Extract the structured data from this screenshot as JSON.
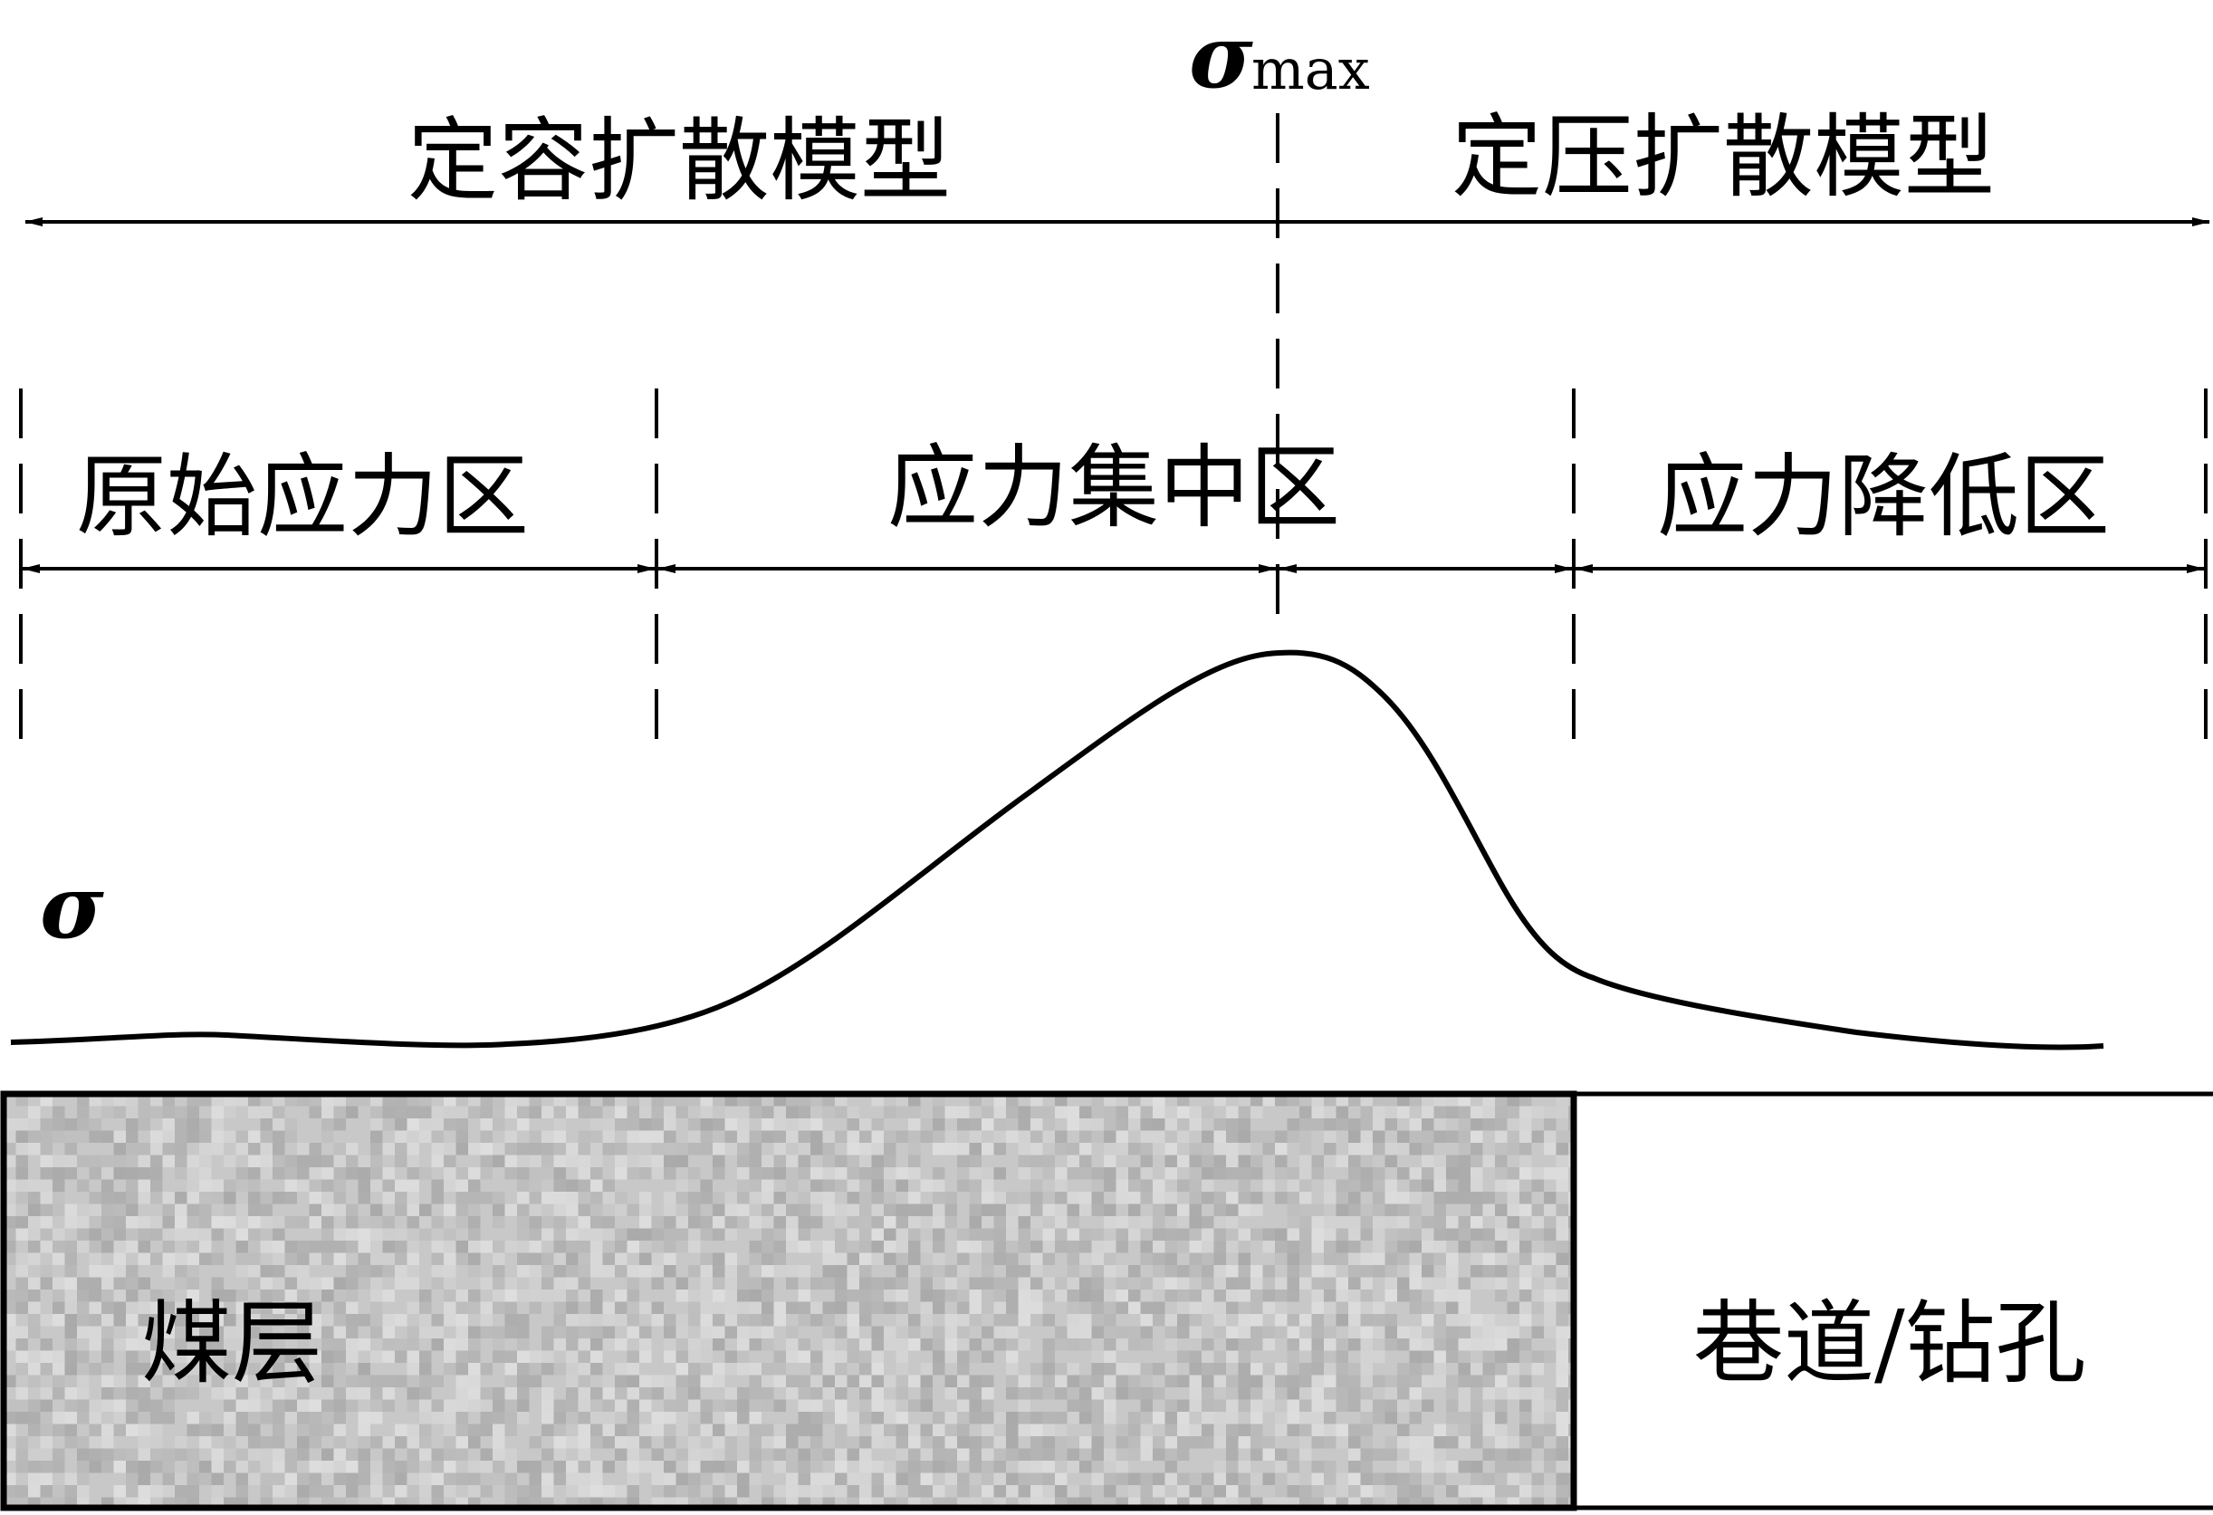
{
  "top": {
    "peak_label": "σ",
    "peak_subscript": "max",
    "left_model": "定容扩散模型",
    "right_model": "定压扩散模型"
  },
  "zones": [
    {
      "label": "原始应力区"
    },
    {
      "label": "应力集中区"
    },
    {
      "label": "应力降低区"
    }
  ],
  "curve": {
    "label": "σ"
  },
  "bottom": {
    "coal_seam": "煤层",
    "roadway": "巷道/钻孔"
  },
  "colors": {
    "line": "#000000",
    "coal_fill": "#c8c8c8"
  }
}
